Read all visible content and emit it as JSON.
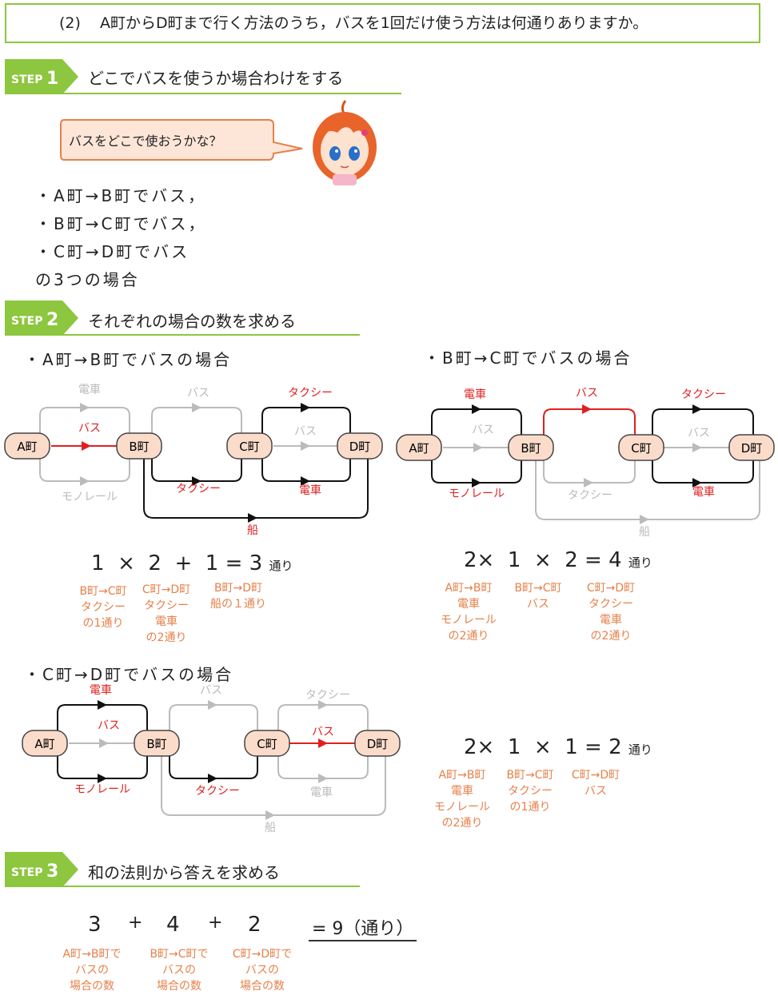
{
  "question": {
    "number": "(2)",
    "text": "A町からD町まで行く方法のうち，バスを1回だけ使う方法は何通りありますか。"
  },
  "steps": [
    {
      "label": "STEP",
      "num": "1",
      "title": "どこでバスを使うか場合わけをする"
    },
    {
      "label": "STEP",
      "num": "2",
      "title": "それぞれの場合の数を求める"
    },
    {
      "label": "STEP",
      "num": "3",
      "title": "和の法則から答えを求める"
    }
  ],
  "bubble": "バスをどこで使おうかな？",
  "cases_list": [
    "・A町→B町でバス，",
    "・B町→C町でバス，",
    "・C町→D町でバス",
    "の3つの場合"
  ],
  "case_titles": [
    "・A町→B町でバスの場合",
    "・B町→C町でバスの場合",
    "・C町→D町でバスの場合"
  ],
  "towns": [
    "A町",
    "B町",
    "C町",
    "D町"
  ],
  "routes": {
    "ab": [
      "電車",
      "バス",
      "モノレール"
    ],
    "bc": [
      "バス",
      "タクシー"
    ],
    "cd": [
      "タクシー",
      "バス",
      "電車"
    ],
    "bd": "船"
  },
  "eq1": {
    "expr": "1  ×  2  +  1 = 3",
    "unit": "通り",
    "notes": [
      "B町→C町\nタクシー\nの1通り",
      "C町→D町\nタクシー\n電車\nの2通り",
      "B町→D町\n船の１通り"
    ]
  },
  "eq2": {
    "expr": "2×  1  ×  2 = 4",
    "unit": "通り",
    "notes": [
      "A町→B町\n電車\nモノレール\nの2通り",
      "B町→C町\nバス",
      "C町→D町\nタクシー\n電車\nの2通り"
    ]
  },
  "eq3": {
    "expr": "2×  1  ×  1 = 2",
    "unit": "通り",
    "notes": [
      "A町→B町\n電車\nモノレール\nの2通り",
      "B町→C町\nタクシー\nの1通り",
      "C町→D町\nバス"
    ]
  },
  "final": {
    "terms": [
      "3",
      "+",
      "4",
      "+",
      "2"
    ],
    "answer": "= 9（通り）",
    "notes": [
      "A町→B町で\nバスの\n場合の数",
      "B町→C町で\nバスの\n場合の数",
      "C町→D町で\nバスの\n場合の数"
    ]
  },
  "colors": {
    "accent": "#8dc63f",
    "orange": "#e6804a",
    "red": "#e02020",
    "node_fill": "#fbdccb",
    "gray": "#bbbbbb"
  }
}
